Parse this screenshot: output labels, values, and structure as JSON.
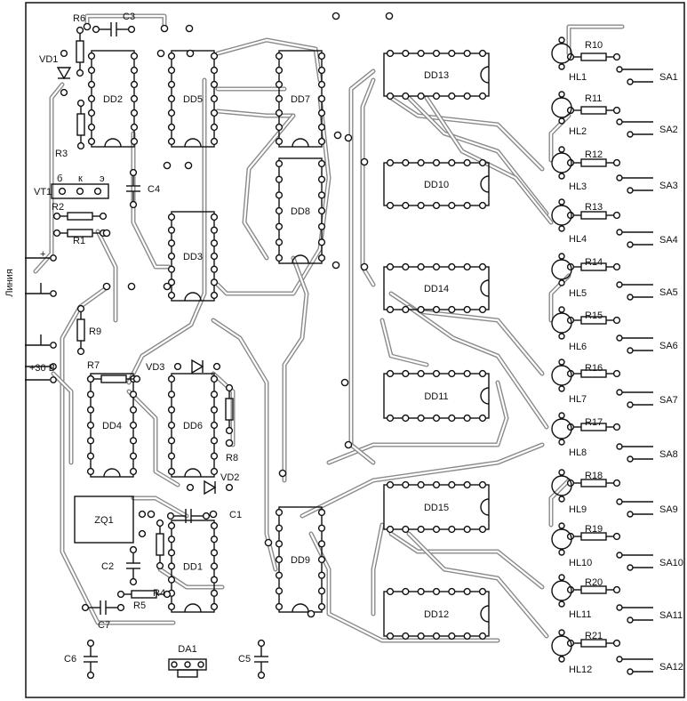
{
  "ics": [
    "DD2",
    "DD5",
    "DD7",
    "DD13",
    "DD10",
    "DD8",
    "DD3",
    "DD14",
    "DD11",
    "DD4",
    "DD6",
    "DD1",
    "DD15",
    "DD12",
    "DD9"
  ],
  "resistors": [
    "R6",
    "R3",
    "R2",
    "R1",
    "R9",
    "R7",
    "R8",
    "R4",
    "R5",
    "R10",
    "R11",
    "R12",
    "R13",
    "R14",
    "R15",
    "R16",
    "R17",
    "R18",
    "R19",
    "R20",
    "R21"
  ],
  "capacitors": [
    "C3",
    "C4",
    "C1",
    "C2",
    "C7",
    "C6",
    "C5"
  ],
  "diodes": [
    "VD1",
    "VD3",
    "VD2"
  ],
  "transistor": {
    "label": "VT1",
    "pins": [
      "б",
      "к",
      "э"
    ]
  },
  "crystal": "ZQ1",
  "regulator": "DA1",
  "lamps": [
    "HL1",
    "HL2",
    "HL3",
    "HL4",
    "HL5",
    "HL6",
    "HL7",
    "HL8",
    "HL9",
    "HL10",
    "HL11",
    "HL12"
  ],
  "switches": [
    "SA1",
    "SA2",
    "SA3",
    "SA4",
    "SA5",
    "SA6",
    "SA7",
    "SA8",
    "SA9",
    "SA10",
    "SA11",
    "SA12"
  ],
  "inputs": {
    "plus": "+",
    "supply": "+30 В",
    "line": "Линия"
  }
}
